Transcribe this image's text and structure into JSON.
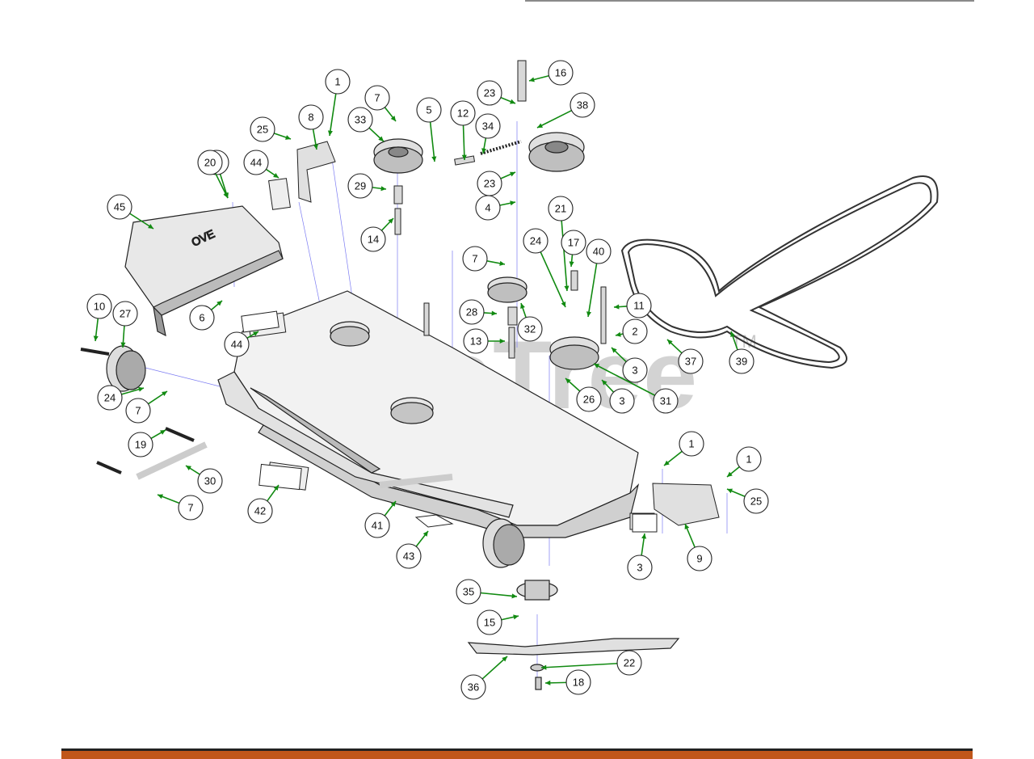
{
  "watermark": {
    "text": "PartsTree",
    "tm": "TM"
  },
  "colors": {
    "leader": "#118a11",
    "bottom_bar": "#c0561a",
    "line": "#333333",
    "guide": "#6e6ef0"
  },
  "parts": [
    {
      "n": "1"
    },
    {
      "n": "25"
    },
    {
      "n": "8"
    },
    {
      "n": "44"
    },
    {
      "n": "20"
    },
    {
      "n": "45"
    },
    {
      "n": "7"
    },
    {
      "n": "33"
    },
    {
      "n": "29"
    },
    {
      "n": "14"
    },
    {
      "n": "5"
    },
    {
      "n": "12"
    },
    {
      "n": "34"
    },
    {
      "n": "23"
    },
    {
      "n": "16"
    },
    {
      "n": "38"
    },
    {
      "n": "4"
    },
    {
      "n": "21"
    },
    {
      "n": "24"
    },
    {
      "n": "17"
    },
    {
      "n": "40"
    },
    {
      "n": "11"
    },
    {
      "n": "2"
    },
    {
      "n": "3"
    },
    {
      "n": "37"
    },
    {
      "n": "39"
    },
    {
      "n": "10"
    },
    {
      "n": "27"
    },
    {
      "n": "6"
    },
    {
      "n": "28"
    },
    {
      "n": "32"
    },
    {
      "n": "13"
    },
    {
      "n": "26"
    },
    {
      "n": "31"
    },
    {
      "n": "19"
    },
    {
      "n": "30"
    },
    {
      "n": "42"
    },
    {
      "n": "41"
    },
    {
      "n": "43"
    },
    {
      "n": "9"
    },
    {
      "n": "35"
    },
    {
      "n": "15"
    },
    {
      "n": "22"
    },
    {
      "n": "18"
    },
    {
      "n": "36"
    }
  ]
}
